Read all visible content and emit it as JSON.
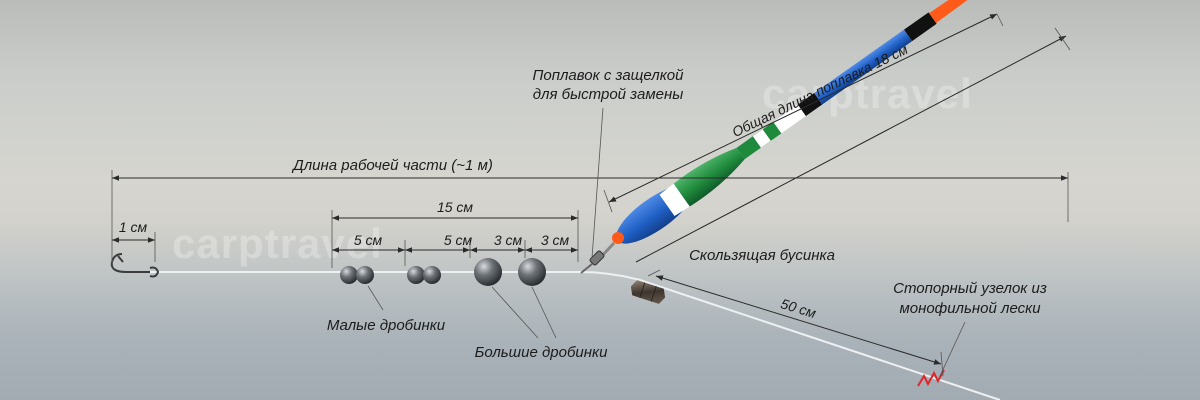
{
  "watermarks": [
    "carptravel",
    "carptravel"
  ],
  "labels": {
    "float_clip": [
      "Поплавок с защелкой",
      "для быстрой замены"
    ],
    "total_float_length": "Общая длина поплавка 18 см",
    "working_length": "Длина рабочей части (~1 м)",
    "dim_15": "15 см",
    "dim_1": "1 см",
    "dim_5a": "5 см",
    "dim_5b": "5 см",
    "dim_3a": "3 см",
    "dim_3b": "3 см",
    "sliding_bead": "Скользящая бусинка",
    "dim_50": "50 см",
    "stopper_knot": [
      "Стопорный узелок из",
      "монофильной лески"
    ],
    "small_shots": "Малые дробинки",
    "big_shots": "Большие дробинки"
  },
  "colors": {
    "float_blue": "#1f5fc4",
    "float_green": "#1f8a3c",
    "float_tip": "#ff5a1a",
    "stopper": "#e0242a",
    "line": "#e8ecef"
  }
}
